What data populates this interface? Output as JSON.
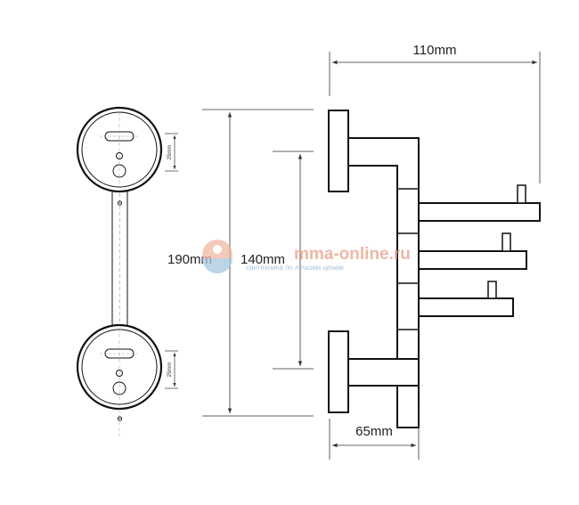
{
  "dimensions": {
    "total_width": "110mm",
    "total_height": "190mm",
    "mount_spacing": "140mm",
    "depth": "65mm",
    "hole_offset_top": "25mm",
    "hole_offset_bottom": "25mm"
  },
  "watermark": {
    "brand": "mma-online.ru",
    "tagline": "сантехника по лучшим ценам"
  },
  "colors": {
    "line": "#111111",
    "dimension_line": "#333333",
    "watermark_brand": "#e9a187",
    "watermark_tagline": "#8aaecc"
  }
}
